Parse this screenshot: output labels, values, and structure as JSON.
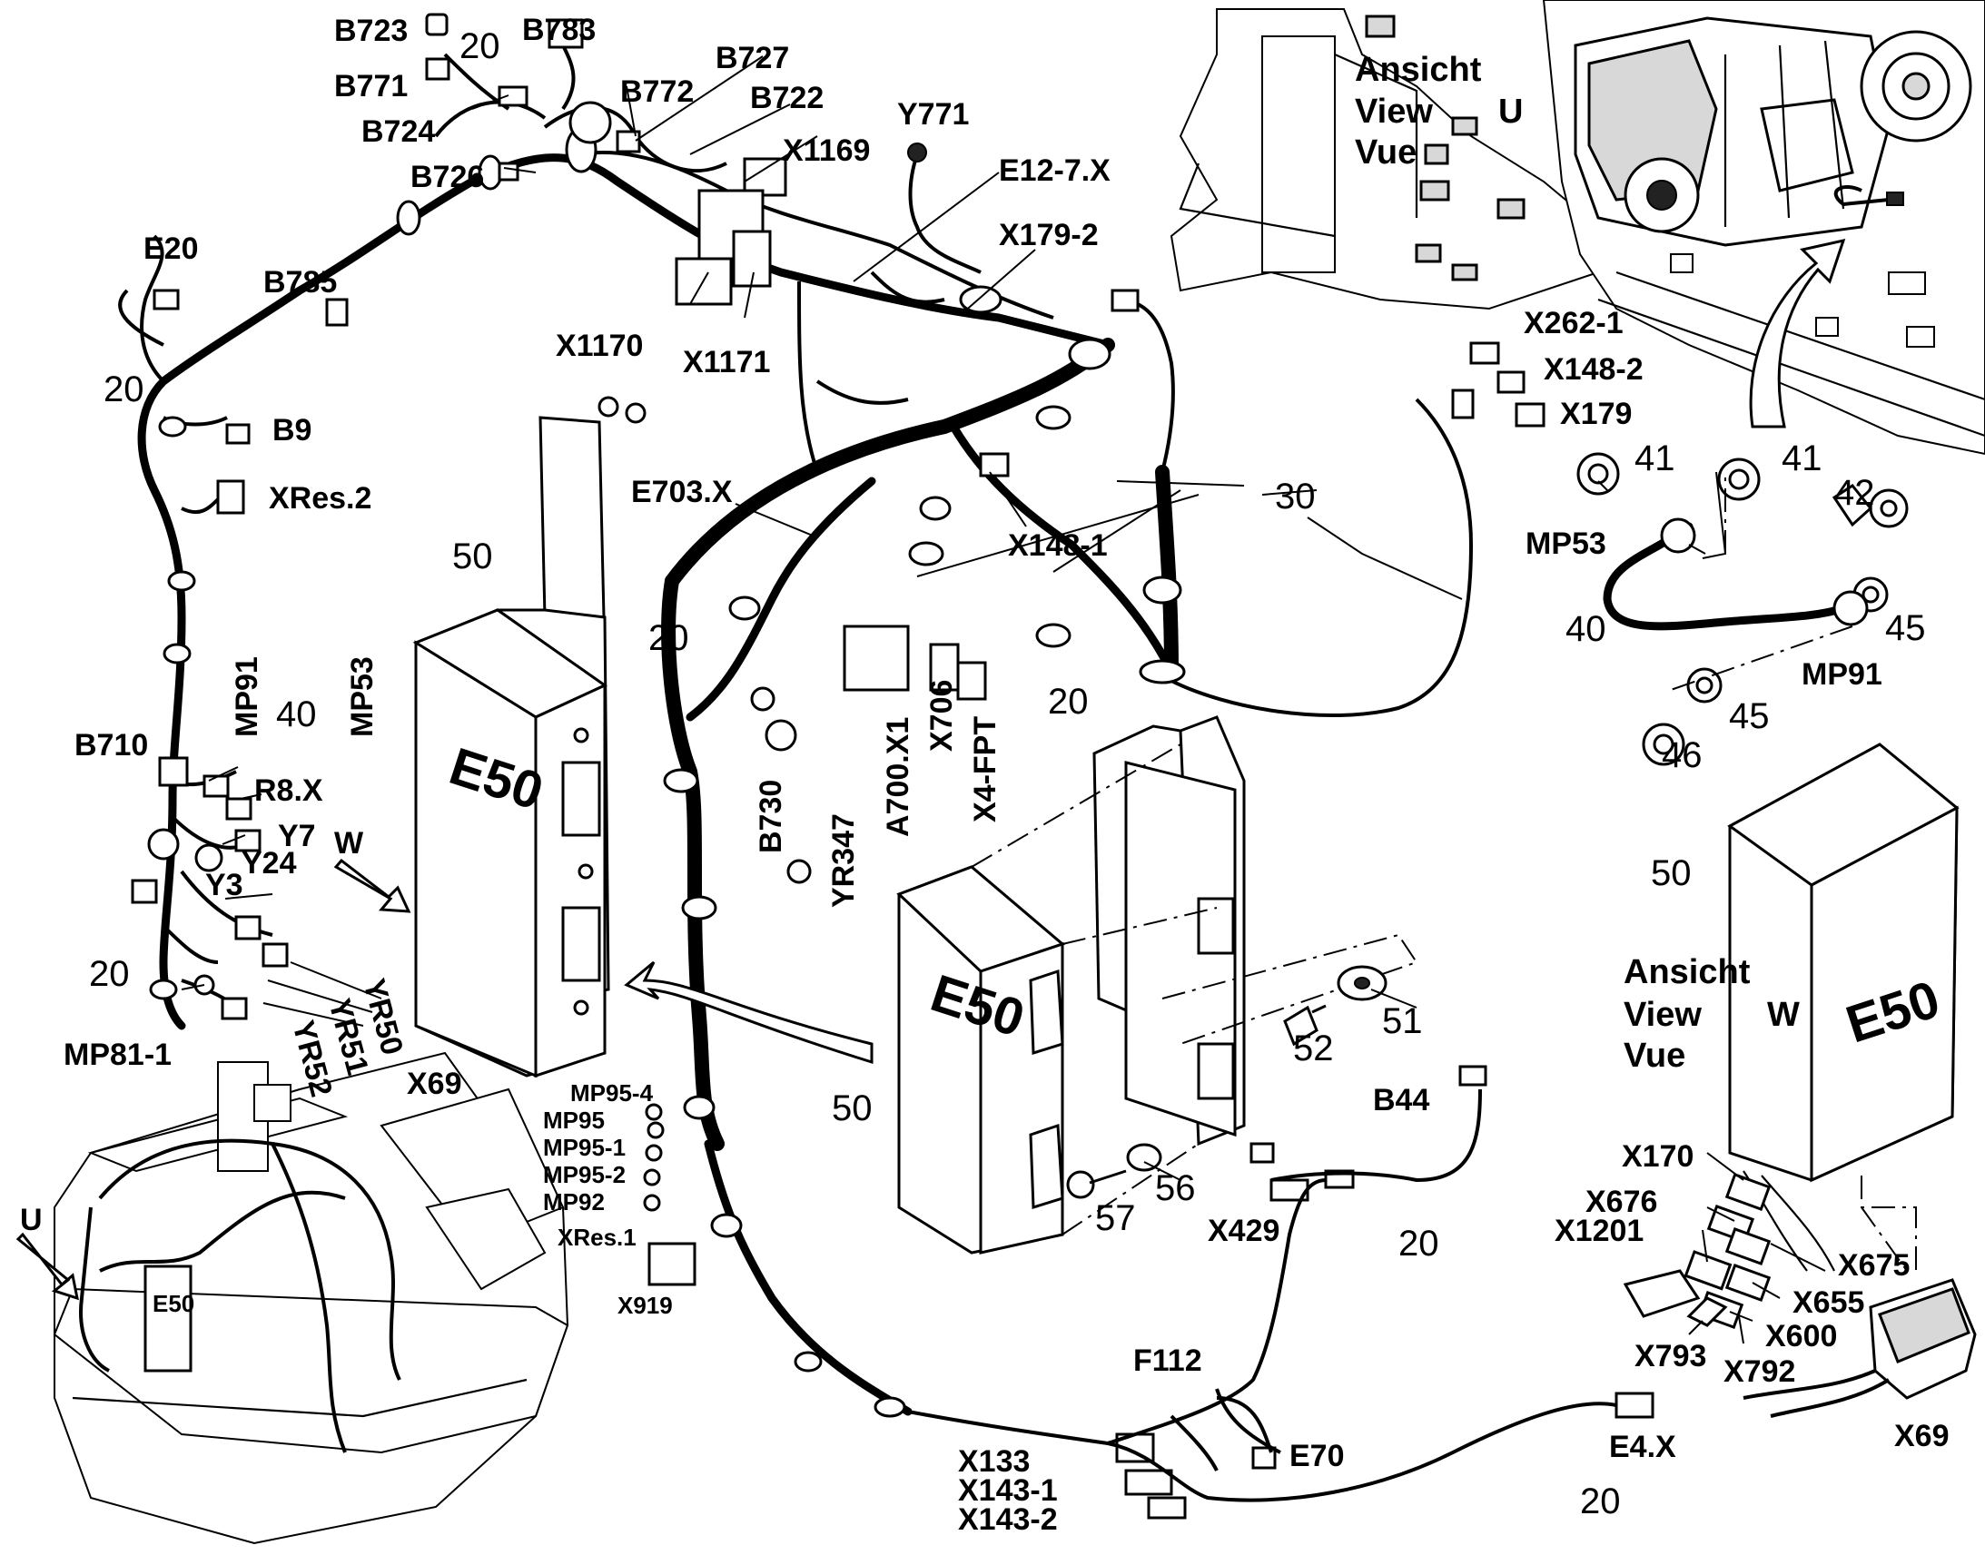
{
  "harness_labels": {
    "b723": "B723",
    "b783": "B783",
    "b727": "B727",
    "b771": "B771",
    "b772": "B772",
    "b722": "B722",
    "b724": "B724",
    "y771": "Y771",
    "x1169": "X1169",
    "b726": "B726",
    "e12_7x": "E12-7.X",
    "e20": "E20",
    "x179_2": "X179-2",
    "b785": "B785",
    "x1170": "X1170",
    "x1171": "X1171",
    "x262_1": "X262-1",
    "x148_2": "X148-2",
    "x179": "X179",
    "b9": "B9",
    "xres2": "XRes.2",
    "e703x": "E703.X",
    "x148_1": "X148-1",
    "mp91": "MP91",
    "mp53": "MP53",
    "b710": "B710",
    "r8x": "R8.X",
    "y7": "Y7",
    "w": "W",
    "y24": "Y24",
    "y3": "Y3",
    "b730": "B730",
    "yr347": "YR347",
    "a700x1": "A700.X1",
    "x706": "X706",
    "x4fpt": "X4-FPT",
    "yr50": "YR50",
    "yr51": "YR51",
    "yr52": "YR52",
    "mp81_1": "MP81-1",
    "x69": "X69",
    "mp95_4": "MP95-4",
    "mp95": "MP95",
    "mp95_1": "MP95-1",
    "mp95_2": "MP95-2",
    "mp92": "MP92",
    "xres1": "XRes.1",
    "x919": "X919",
    "u": "U",
    "b44": "B44",
    "x429": "X429",
    "f112": "F112",
    "e70": "E70",
    "x133": "X133",
    "x143_1": "X143-1",
    "x143_2": "X143-2",
    "e4x": "E4.X"
  },
  "parts": {
    "e50": "E50",
    "p20": "20",
    "p30": "30",
    "p40": "40",
    "p41": "41",
    "p42": "42",
    "p45": "45",
    "p46": "46",
    "p50": "50",
    "p51": "51",
    "p52": "52",
    "p56": "56",
    "p57": "57"
  },
  "ground_strap": {
    "mp53": "MP53",
    "mp91": "MP91"
  },
  "view_u": {
    "line1": "Ansicht",
    "line2": "View",
    "letter": "U",
    "line3": "Vue"
  },
  "view_w": {
    "line1": "Ansicht",
    "line2": "View",
    "letter": "W",
    "line3": "Vue",
    "connectors": {
      "x170": "X170",
      "x676": "X676",
      "x1201": "X1201",
      "x675": "X675",
      "x655": "X655",
      "x600": "X600",
      "x793": "X793",
      "x792": "X792",
      "x69": "X69"
    }
  }
}
